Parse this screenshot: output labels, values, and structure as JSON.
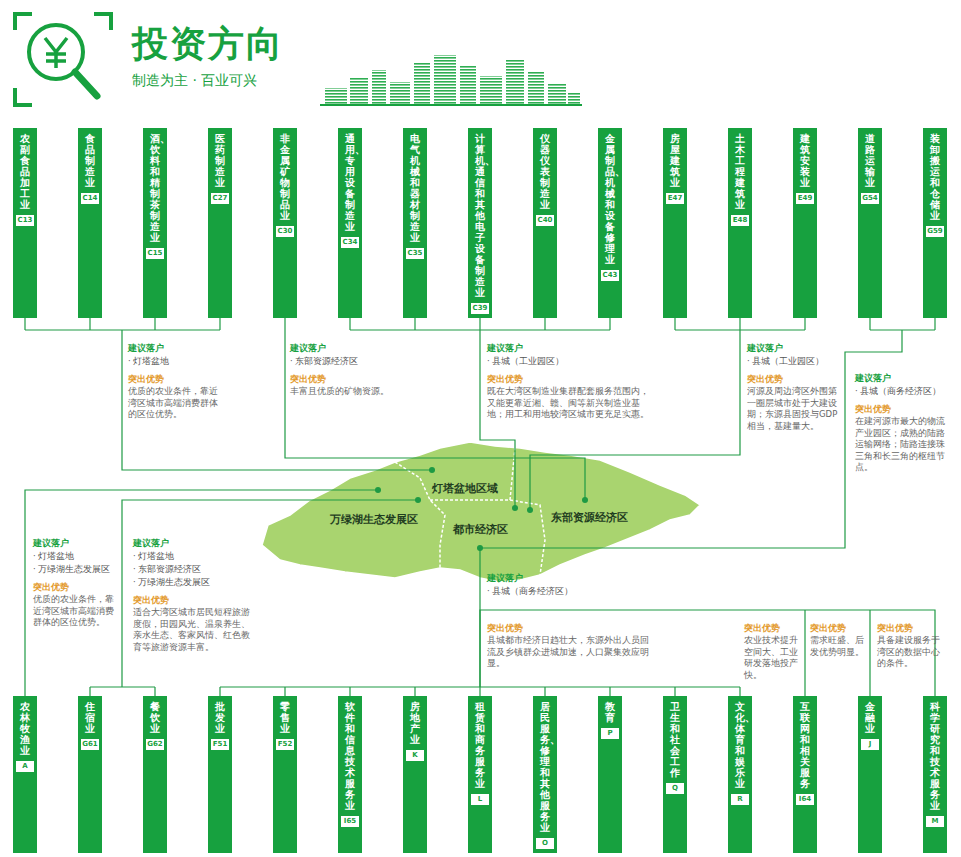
{
  "diagram": {
    "title": "投资方向",
    "nodes": [
      {
        "text": [
          "农副食品加工业",
          "C13"
        ]
      },
      {
        "text": [
          "食品制造业",
          "C14"
        ]
      },
      {
        "text": [
          "酒、饮料和精制茶制造业",
          "C15"
        ]
      },
      {
        "text": [
          "医药制造业",
          "C27"
        ]
      },
      {
        "text": [
          "非金属矿物制品业",
          "C30"
        ]
      },
      {
        "text": [
          "通用、专用设备制造业",
          "C34"
        ]
      },
      {
        "text": [
          "电气机械和器材制造业",
          "C35"
        ]
      },
      {
        "text": [
          "计算机、通信和其他电子设备制造业",
          "C39"
        ]
      },
      {
        "text": [
          "仪器仪表制造业",
          "C40"
        ]
      },
      {
        "text": [
          "金属制品、机械和设备修理业",
          "C43"
        ]
      },
      {
        "text": [
          "房屋建筑业",
          "E47"
        ]
      },
      {
        "text": [
          "土木工程建筑业",
          "E48"
        ]
      },
      {
        "text": [
          "建筑安装业",
          "E49"
        ]
      },
      {
        "text": [
          "道路运输业",
          "G54"
        ]
      },
      {
        "text": [
          "装卸搬运和仓储业",
          "G59"
        ]
      },
      {
        "text": [
          "农林牧渔业",
          "A"
        ]
      },
      {
        "text": [
          "住宿业",
          "G61"
        ]
      },
      {
        "text": [
          "餐饮业",
          "G62"
        ]
      },
      {
        "text": [
          "批发业",
          "F51"
        ]
      },
      {
        "text": [
          "零售业",
          "F52"
        ]
      },
      {
        "text": [
          "软件和信息技术服务业",
          "I65"
        ]
      },
      {
        "text": [
          "房地产业",
          "K"
        ]
      },
      {
        "text": [
          "租赁和商务服务业",
          "L"
        ]
      },
      {
        "text": [
          "居民服务、修理和其他服务业",
          "O"
        ]
      },
      {
        "text": [
          "教育",
          "P"
        ]
      },
      {
        "text": [
          "卫生和社会工作",
          "Q"
        ]
      },
      {
        "text": [
          "文化、体育和娱乐业",
          "R"
        ]
      },
      {
        "text": [
          "互联网和相关服务",
          "I64"
        ]
      },
      {
        "text": [
          "金融业",
          "J"
        ]
      },
      {
        "text": [
          "科学研究和技术服务业",
          "M"
        ]
      }
    ],
    "labels": [
      "制造为主 · 百业可兴",
      "建议落户",
      "· 灯塔盆地",
      "突出优势",
      "优质的农业条件，靠近湾区城市高端消费群体的区位优势。",
      "建议落户",
      "· 东部资源经济区",
      "突出优势",
      "丰富且优质的矿物资源。",
      "建议落户",
      "· 县城（工业园区）",
      "突出优势",
      "既在大湾区制造业集群配套服务范围内，又能更靠近湘、赣、闽等新兴制造业基地；用工和用地较湾区城市更充足实惠。",
      "建议落户",
      "· 县城（工业园区）",
      "突出优势",
      "河源及周边湾区外围第一圈层城市处于大建设期；东源县固投与GDP相当，基建量大。",
      "建议落户",
      "· 县城（商务经济区）",
      "突出优势",
      "在建河源市最大的物流产业园区；成熟的陆路运输网络；陆路连接珠三角和长三角的枢纽节点。",
      "建议落户",
      "· 灯塔盆地",
      "· 万绿湖生态发展区",
      "突出优势",
      "优质的农业条件，靠近湾区城市高端消费群体的区位优势。",
      "建议落户",
      "· 灯塔盆地",
      "· 东部资源经济区",
      "· 万绿湖生态发展区",
      "突出优势",
      "适合大湾区城市居民短程旅游度假，田园风光、温泉养生、亲水生态、客家风情、红色教育等旅游资源丰富。",
      "建议落户",
      "· 县城（商务经济区）",
      "突出优势",
      "县城都市经济日趋壮大，东源外出人员回流及乡镇群众进城加速，人口聚集效应明显。",
      "突出优势",
      "农业技术提升空间大、工业研发落地投产快。",
      "突出优势",
      "需求旺盛、后发优势明显。",
      "突出优势",
      "具备建设服务于湾区的数据中心的条件。",
      "灯塔盆地区域",
      "万绿湖生态发展区",
      "都市经济区",
      "东部资源经济区"
    ]
  }
}
